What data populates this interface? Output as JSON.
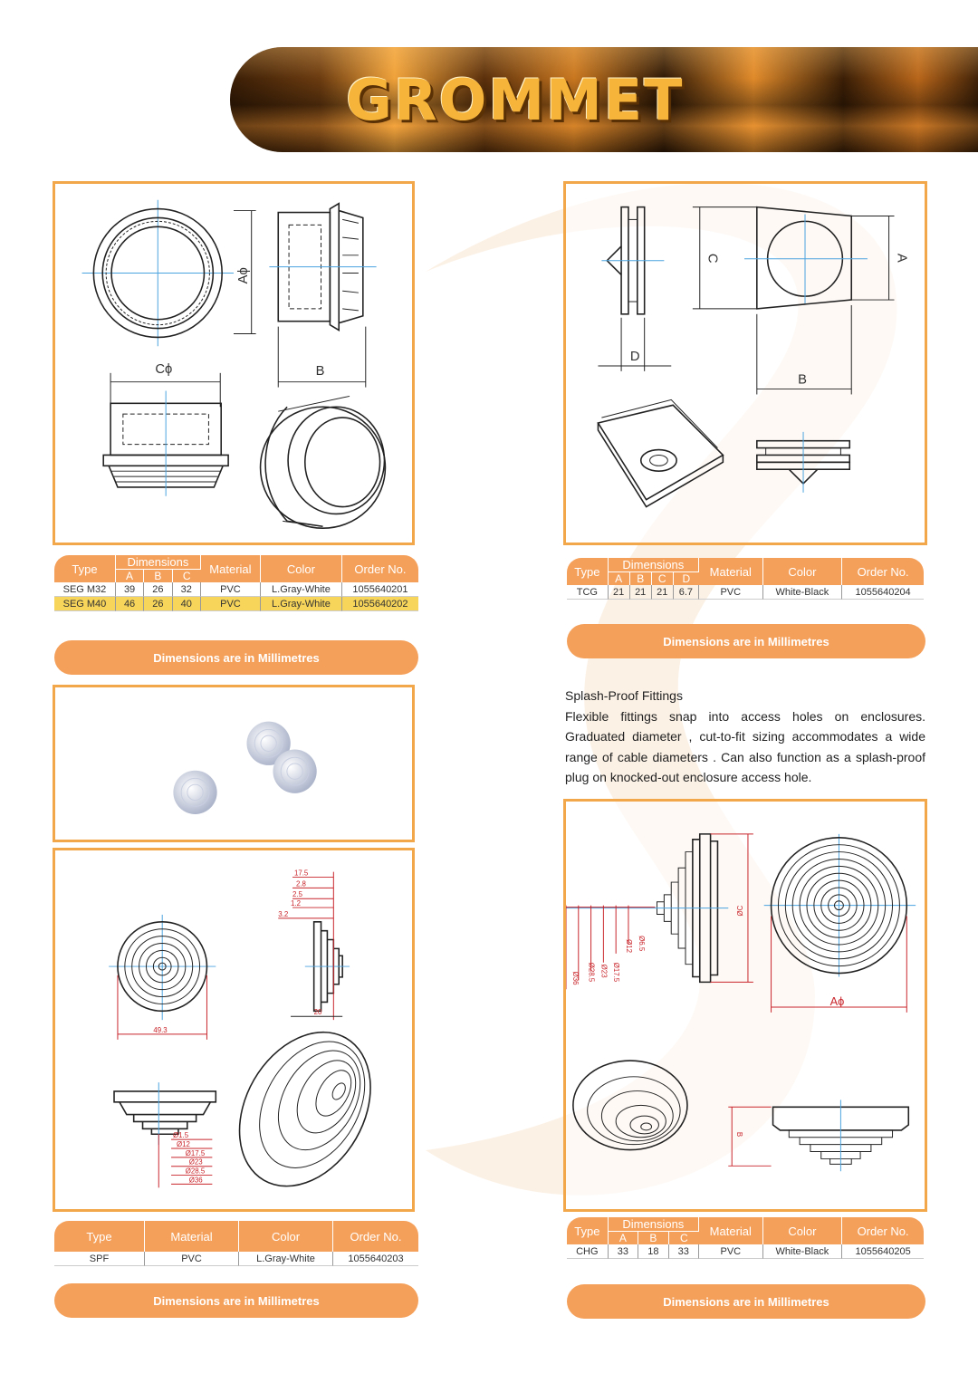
{
  "banner": {
    "title": "GROMMET"
  },
  "colors": {
    "accent": "#f5a05a",
    "border": "#f2a74a",
    "highlight": "#f7d55a"
  },
  "seg": {
    "drawing_labels": {
      "a": "Aϕ",
      "b": "B",
      "c": "Cϕ"
    },
    "header": {
      "type": "Type",
      "dimensions": "Dimensions",
      "a": "A",
      "b": "B",
      "c": "C",
      "material": "Material",
      "color": "Color",
      "order": "Order No."
    },
    "rows": [
      {
        "type": "SEG M32",
        "a": "39",
        "b": "26",
        "c": "32",
        "material": "PVC",
        "color": "L.Gray-White",
        "order": "1055640201"
      },
      {
        "type": "SEG M40",
        "a": "46",
        "b": "26",
        "c": "40",
        "material": "PVC",
        "color": "L.Gray-White",
        "order": "1055640202"
      }
    ],
    "note": "Dimensions are in Millimetres"
  },
  "tcg": {
    "drawing_labels": {
      "a": "A",
      "b": "B",
      "c": "C",
      "d": "D"
    },
    "header": {
      "type": "Type",
      "dimensions": "Dimensions",
      "a": "A",
      "b": "B",
      "c": "C",
      "d": "D",
      "material": "Material",
      "color": "Color",
      "order": "Order No."
    },
    "rows": [
      {
        "type": "TCG",
        "a": "21",
        "b": "21",
        "c": "21",
        "d": "6.7",
        "material": "PVC",
        "color": "White-Black",
        "order": "1055640204"
      }
    ],
    "note": "Dimensions are in Millimetres"
  },
  "spf": {
    "drawing_labels": {
      "d1": "17.5",
      "d2": "2.8",
      "d3": "2.5",
      "d4": "1.2",
      "d5": "3.2",
      "w": "49.3",
      "h": "20",
      "e1": "Ø1.5",
      "e2": "Ø12",
      "e3": "Ø17.5",
      "e4": "Ø23",
      "e5": "Ø28.5",
      "e6": "Ø36"
    },
    "header": {
      "type": "Type",
      "material": "Material",
      "color": "Color",
      "order": "Order No."
    },
    "rows": [
      {
        "type": "SPF",
        "material": "PVC",
        "color": "L.Gray-White",
        "order": "1055640203"
      }
    ],
    "note": "Dimensions are in Millimetres"
  },
  "splash": {
    "title": "Splash-Proof Fittings",
    "body": "Flexible fittings snap into access holes on enclosures. Graduated diameter , cut-to-fit sizing accommodates a wide range of cable diameters . Can also function as a splash-proof plug on knocked-out enclosure access hole."
  },
  "chg": {
    "drawing_labels": {
      "c": "ØC",
      "a": "Aϕ",
      "b": "B",
      "d1": "Ø6.5",
      "d2": "Ø12",
      "d3": "Ø17.5",
      "d4": "Ø23",
      "d5": "Ø28.5",
      "d6": "Ø36"
    },
    "header": {
      "type": "Type",
      "dimensions": "Dimensions",
      "a": "A",
      "b": "B",
      "c": "C",
      "material": "Material",
      "color": "Color",
      "order": "Order No."
    },
    "rows": [
      {
        "type": "CHG",
        "a": "33",
        "b": "18",
        "c": "33",
        "material": "PVC",
        "color": "White-Black",
        "order": "1055640205"
      }
    ],
    "note": "Dimensions are in Millimetres"
  }
}
